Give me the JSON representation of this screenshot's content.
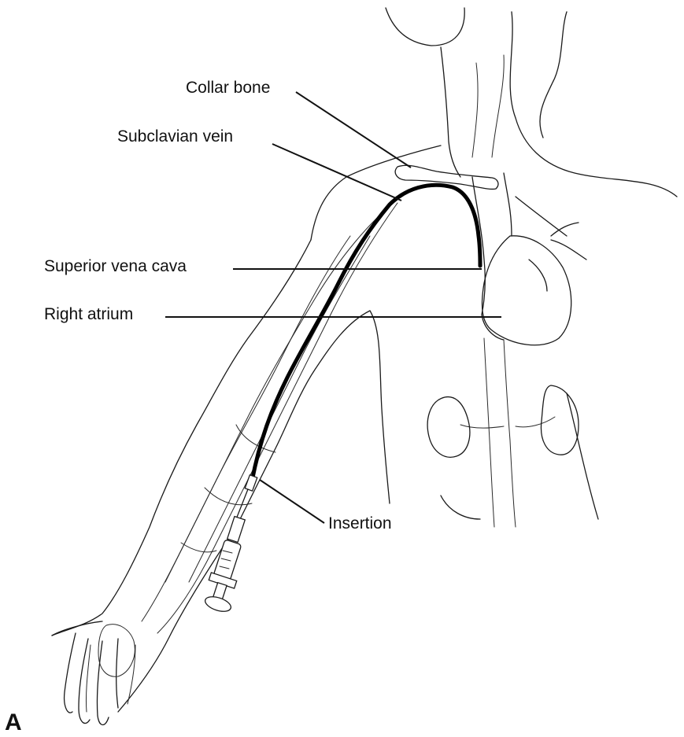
{
  "labels": {
    "collar_bone": "Collar bone",
    "subclavian_vein": "Subclavian vein",
    "superior_vena_cava": "Superior vena cava",
    "right_atrium": "Right atrium",
    "insertion": "Insertion",
    "panel": "A"
  },
  "colors": {
    "ink": "#1a1a1a",
    "catheter": "#000000",
    "background": "#ffffff"
  }
}
